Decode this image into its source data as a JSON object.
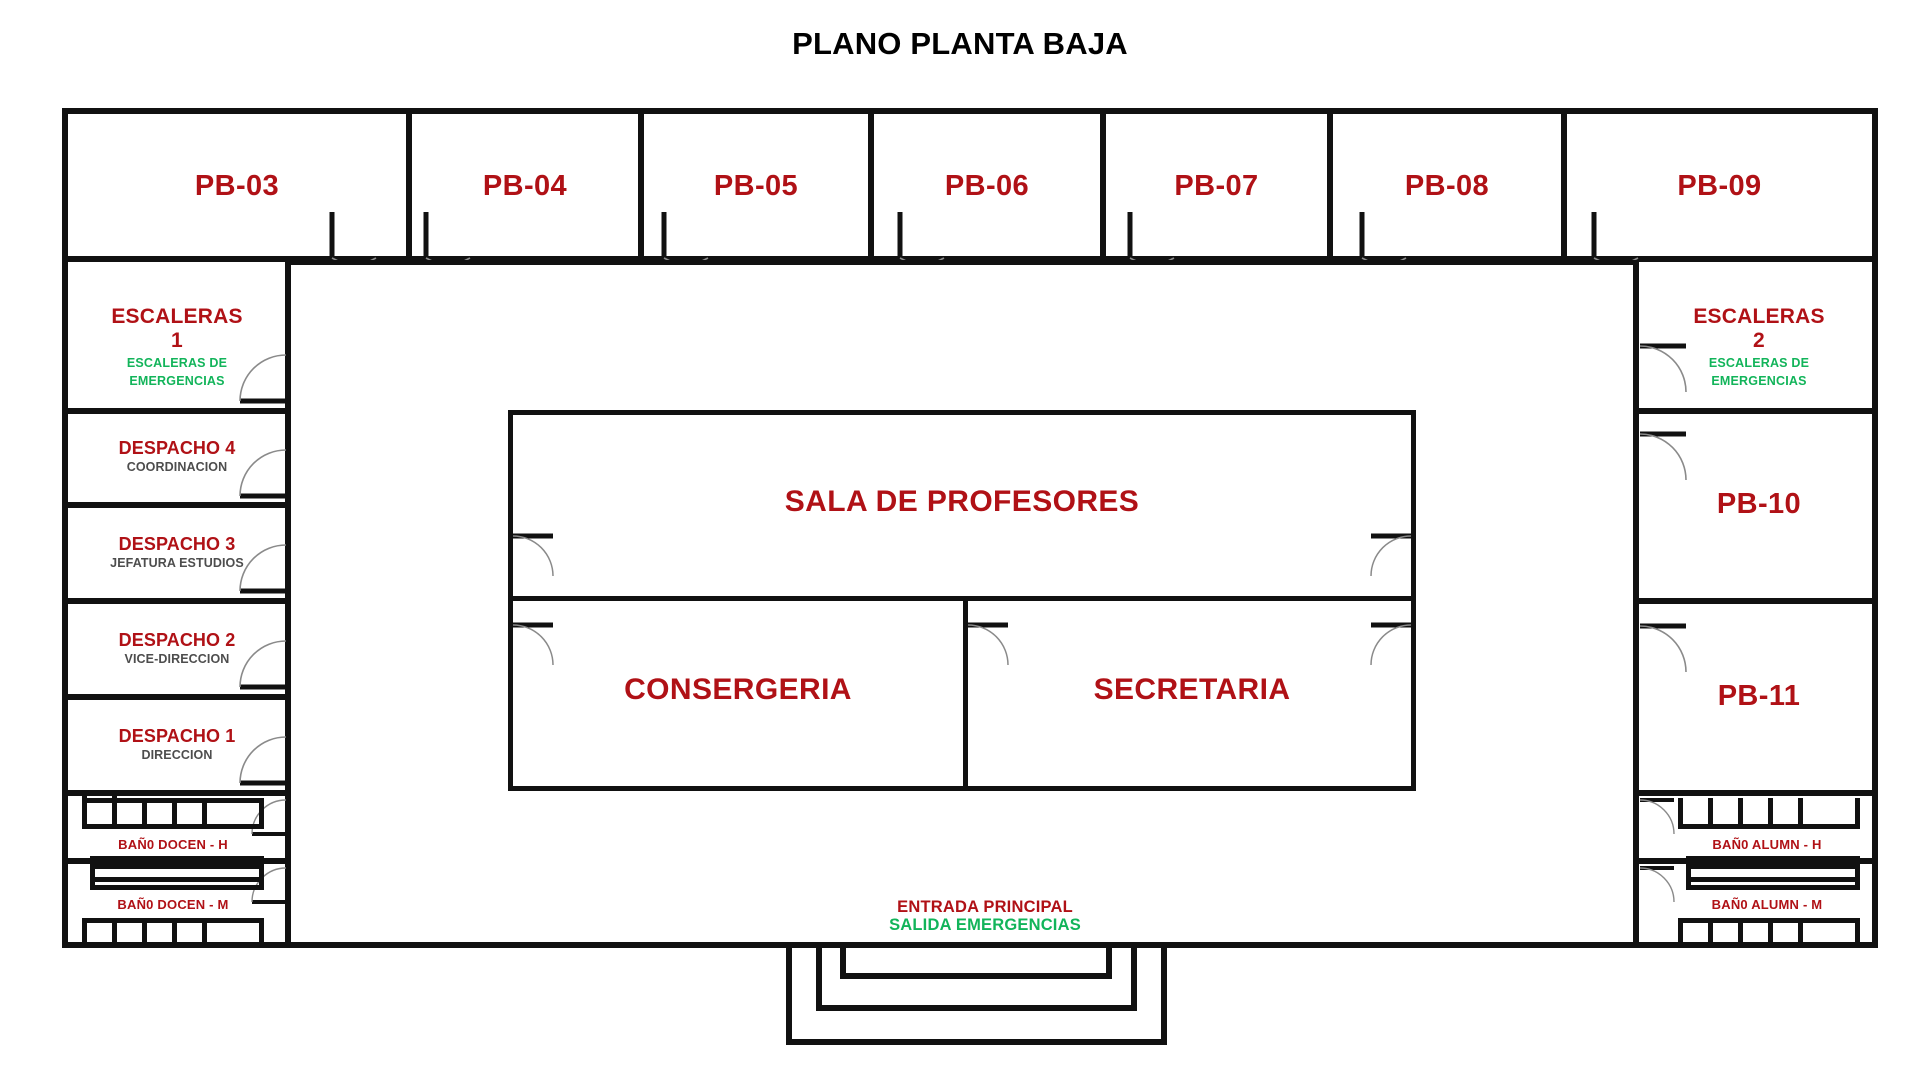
{
  "title": "PLANO PLANTA BAJA",
  "colors": {
    "room_label": "#B01116",
    "sub_label": "#4d4d4d",
    "emergency": "#12B45A",
    "wall": "#111111",
    "background": "#ffffff"
  },
  "top_classrooms": [
    {
      "name": "PB-03"
    },
    {
      "name": "PB-04"
    },
    {
      "name": "PB-05"
    },
    {
      "name": "PB-06"
    },
    {
      "name": "PB-07"
    },
    {
      "name": "PB-08"
    },
    {
      "name": "PB-09"
    }
  ],
  "left_wing": {
    "stairs": {
      "name": "ESCALERAS",
      "number": "1",
      "note": "ESCALERAS DE EMERGENCIAS",
      "note_line1": "ESCALERAS DE",
      "note_line2": "EMERGENCIAS"
    },
    "offices": [
      {
        "name": "DESPACHO 4",
        "role": "COORDINACION"
      },
      {
        "name": "DESPACHO 3",
        "role": "JEFATURA ESTUDIOS"
      },
      {
        "name": "DESPACHO 2",
        "role": "VICE-DIRECCION"
      },
      {
        "name": "DESPACHO 1",
        "role": "DIRECCION"
      }
    ],
    "restrooms": [
      {
        "name": "BAÑ0 DOCEN - H"
      },
      {
        "name": "BAÑ0 DOCEN - M"
      }
    ]
  },
  "right_wing": {
    "stairs": {
      "name": "ESCALERAS",
      "number": "2",
      "note": "ESCALERAS DE EMERGENCIAS",
      "note_line1": "ESCALERAS DE",
      "note_line2": "EMERGENCIAS"
    },
    "classrooms": [
      {
        "name": "PB-10"
      },
      {
        "name": "PB-11"
      }
    ],
    "restrooms": [
      {
        "name": "BAÑ0 ALUMN - H"
      },
      {
        "name": "BAÑ0 ALUMN - M"
      }
    ]
  },
  "center_block": {
    "staff_room": "SALA DE PROFESORES",
    "concierge": "CONSERGERIA",
    "secretary": "SECRETARIA"
  },
  "entrance": {
    "main": "ENTRADA PRINCIPAL",
    "emergency": "SALIDA EMERGENCIAS"
  }
}
